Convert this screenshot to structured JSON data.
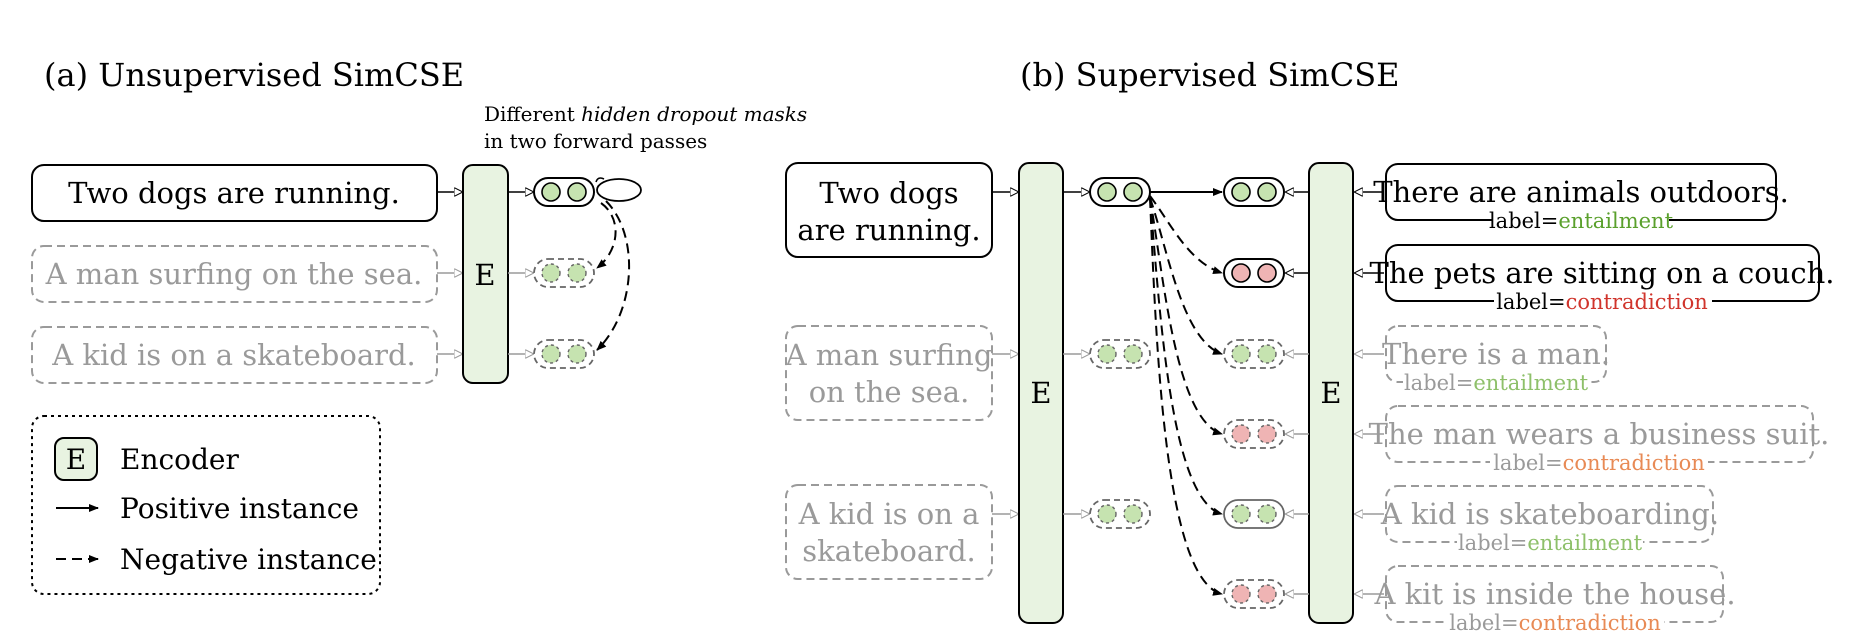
{
  "colors": {
    "encoder_fill": "#e8f3e1",
    "green_dot": "#c6e3b0",
    "red_dot": "#efb4b4",
    "faded_text": "#9a9a9a",
    "entailment": "#5aa02c",
    "contradiction": "#d0342c",
    "entailment_faded": "#8ec06a",
    "contradiction_faded": "#e88a55"
  },
  "panel_a": {
    "title": "(a) Unsupervised SimCSE",
    "note_line1_prefix": "Different ",
    "note_line1_italic": "hidden dropout masks",
    "note_line2": "in two forward passes",
    "sentences": [
      "Two dogs are running.",
      "A man surfing on the sea.",
      "A kid is on a skateboard."
    ],
    "encoder_label": "E"
  },
  "legend": {
    "encoder_icon": "E",
    "encoder": "Encoder",
    "positive": "Positive instance",
    "negative": "Negative instance"
  },
  "panel_b": {
    "title": "(b) Supervised SimCSE",
    "encoder_label": "E",
    "left_sentences": [
      [
        "Two dogs",
        "are running."
      ],
      [
        "A man surfing",
        "on the sea."
      ],
      [
        "A kid is on a",
        "skateboard."
      ]
    ],
    "label_prefix": "label=",
    "right_sentences": [
      {
        "text": "There are animals outdoors.",
        "label": "entailment"
      },
      {
        "text": "The pets are sitting on a couch.",
        "label": "contradiction"
      },
      {
        "text": "There is a man.",
        "label": "entailment"
      },
      {
        "text": "The man wears a business suit.",
        "label": "contradiction"
      },
      {
        "text": "A kid is skateboarding.",
        "label": "entailment"
      },
      {
        "text": "A kit is inside the house.",
        "label": "contradiction"
      }
    ]
  }
}
